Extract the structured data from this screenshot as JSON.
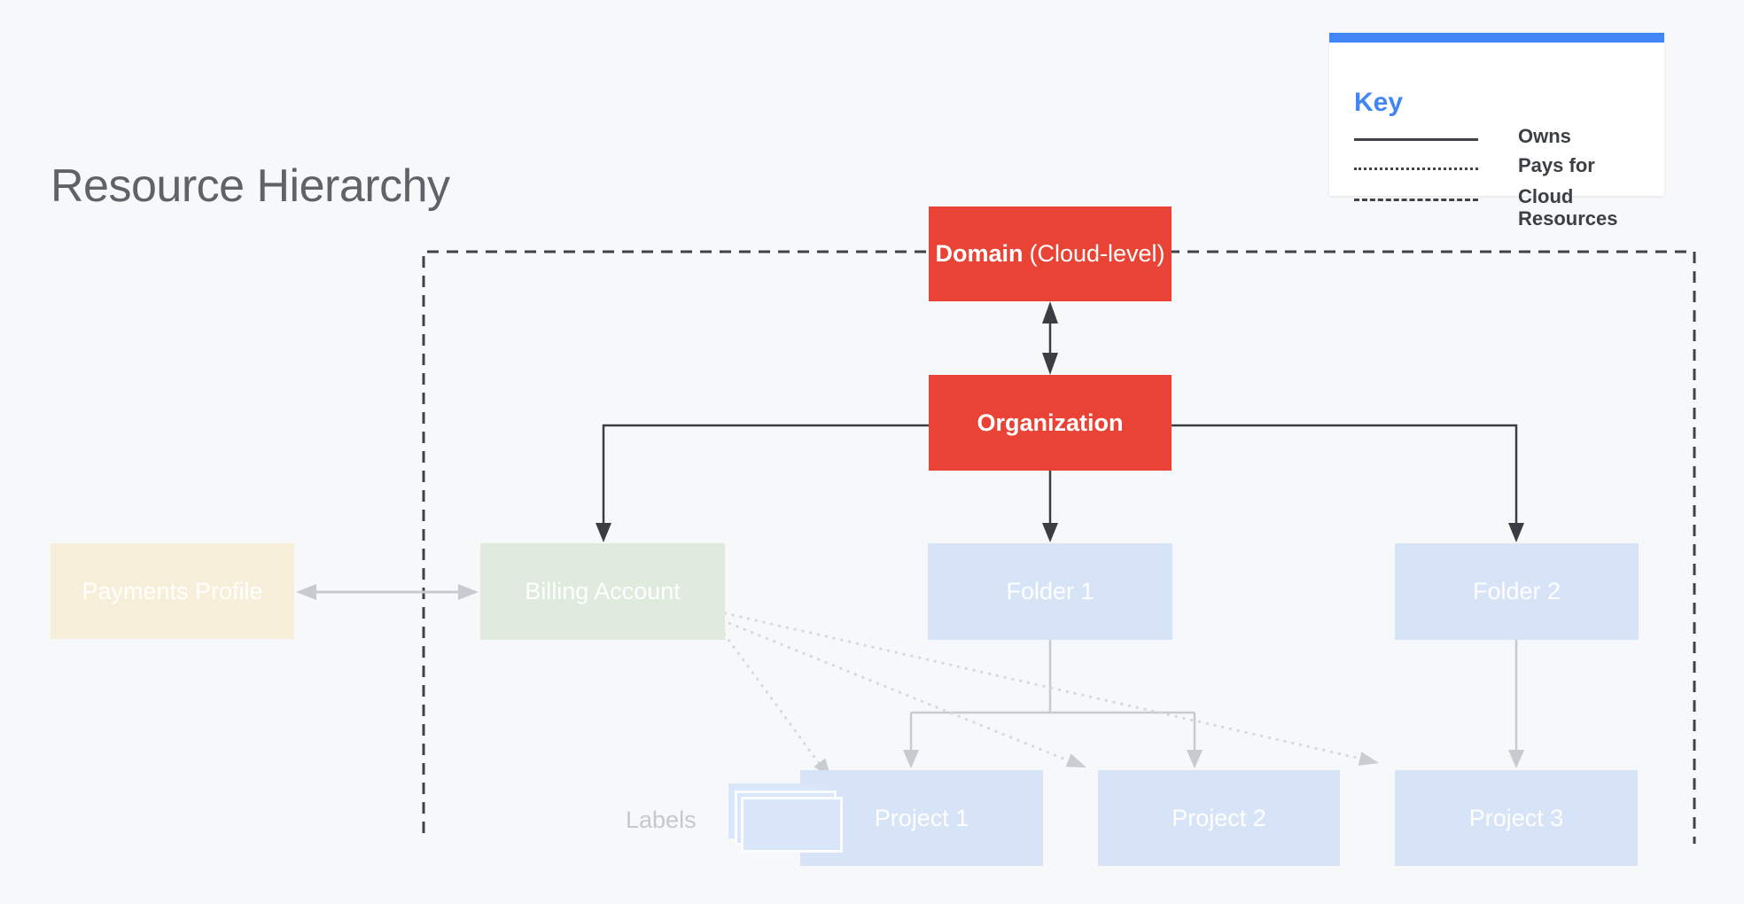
{
  "title": "Resource Hierarchy",
  "key": {
    "heading": "Key",
    "items": [
      {
        "line_style": "solid",
        "label": "Owns"
      },
      {
        "line_style": "dotted",
        "label": "Pays for"
      },
      {
        "line_style": "dashed",
        "label": "Cloud Resources"
      }
    ]
  },
  "nodes": {
    "domain": {
      "label_bold": "Domain",
      "label_rest": "(Cloud-level)"
    },
    "organization": {
      "label": "Organization"
    },
    "payments_profile": {
      "label": "Payments Profile"
    },
    "billing_account": {
      "label": "Billing Account"
    },
    "folder_1": {
      "label": "Folder 1"
    },
    "folder_2": {
      "label": "Folder 2"
    },
    "project_1": {
      "label": "Project 1"
    },
    "project_2": {
      "label": "Project 2"
    },
    "project_3": {
      "label": "Project 3"
    }
  },
  "annotations": {
    "labels_caption": "Labels"
  },
  "colors": {
    "background": "#F7F8FA",
    "node_red": "#E94335",
    "node_light_blue": "#D7E4F8",
    "node_light_green": "#DEEBDD",
    "node_cream": "#F8EFDA",
    "key_accent_blue": "#4285F4",
    "owns_line_dark": "#3A3E42",
    "resource_line_gray": "#C7CACF",
    "pays_for_dotted_gray": "#D5D8DC",
    "title_gray": "#5F6368"
  }
}
